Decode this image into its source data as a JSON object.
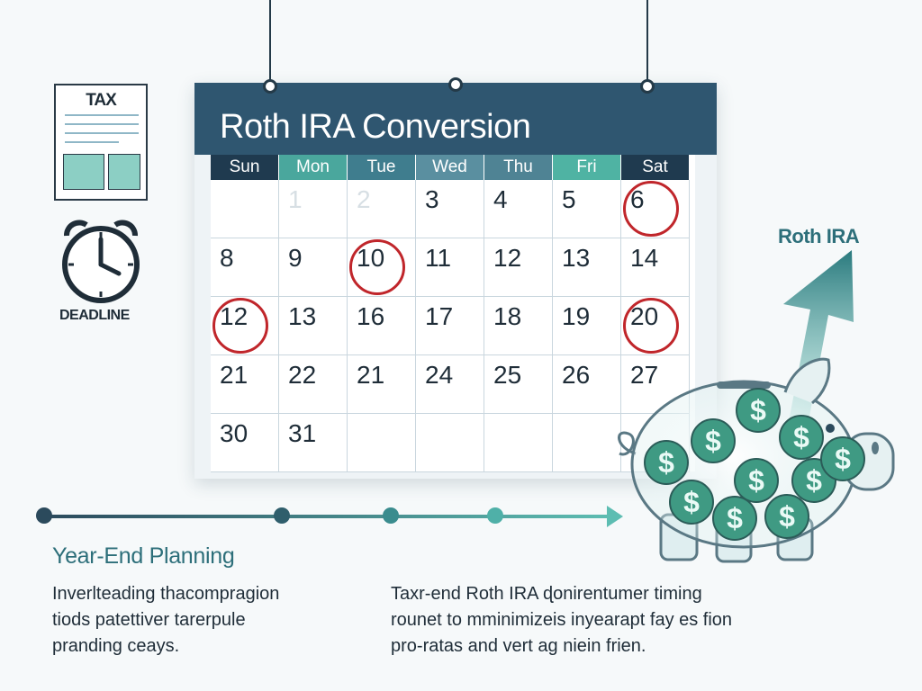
{
  "calendar": {
    "title": "Roth IRA Conversion",
    "days": [
      "Sun",
      "Mon",
      "Tue",
      "Wed",
      "Thu",
      "Fri",
      "Sat"
    ],
    "day_colors": [
      "#1f3a4f",
      "#4aa79d",
      "#3f7d8e",
      "#5a8fa0",
      "#4f8394",
      "#4fb3a3",
      "#1f3a4f"
    ],
    "rows": [
      [
        "",
        "1",
        "2",
        "3",
        "4",
        "5",
        "6"
      ],
      [
        "8",
        "9",
        "10",
        "11",
        "12",
        "13",
        "14"
      ],
      [
        "12",
        "13",
        "16",
        "17",
        "18",
        "19",
        "20"
      ],
      [
        "21",
        "22",
        "21",
        "24",
        "25",
        "26",
        "27"
      ],
      [
        "30",
        "31",
        "",
        "",
        "",
        "",
        ""
      ]
    ],
    "faded_cells": [
      [
        0,
        1
      ],
      [
        0,
        2
      ]
    ],
    "circled_cells": [
      [
        0,
        6
      ],
      [
        1,
        2
      ],
      [
        2,
        0
      ],
      [
        2,
        6
      ]
    ],
    "circle_color": "#c0262b"
  },
  "tax_doc": {
    "label": "TAX"
  },
  "clock": {
    "label": "DEADLINE"
  },
  "timeline": {
    "dot_colors": [
      "#2b4a5c",
      "#2f5e6c",
      "#3a8c8e",
      "#4fb0a8"
    ]
  },
  "section_title": "Year-End Planning",
  "left_paragraph": [
    "Inverlteading thacompragion",
    "tiods patettiver tarerpule",
    "pranding ceays."
  ],
  "right_paragraph": [
    "Taxr-end Roth IRA ɖonirentumer timing",
    "rounet to mminimizeis inyearapt fay es fion",
    "pro-ratas and vert ag niein frien."
  ],
  "growth_label": "Roth IRA",
  "coin_symbol": "$",
  "colors": {
    "accent": "#2d6f7a",
    "header": "#2f5670",
    "coin": "#3f9a83"
  }
}
